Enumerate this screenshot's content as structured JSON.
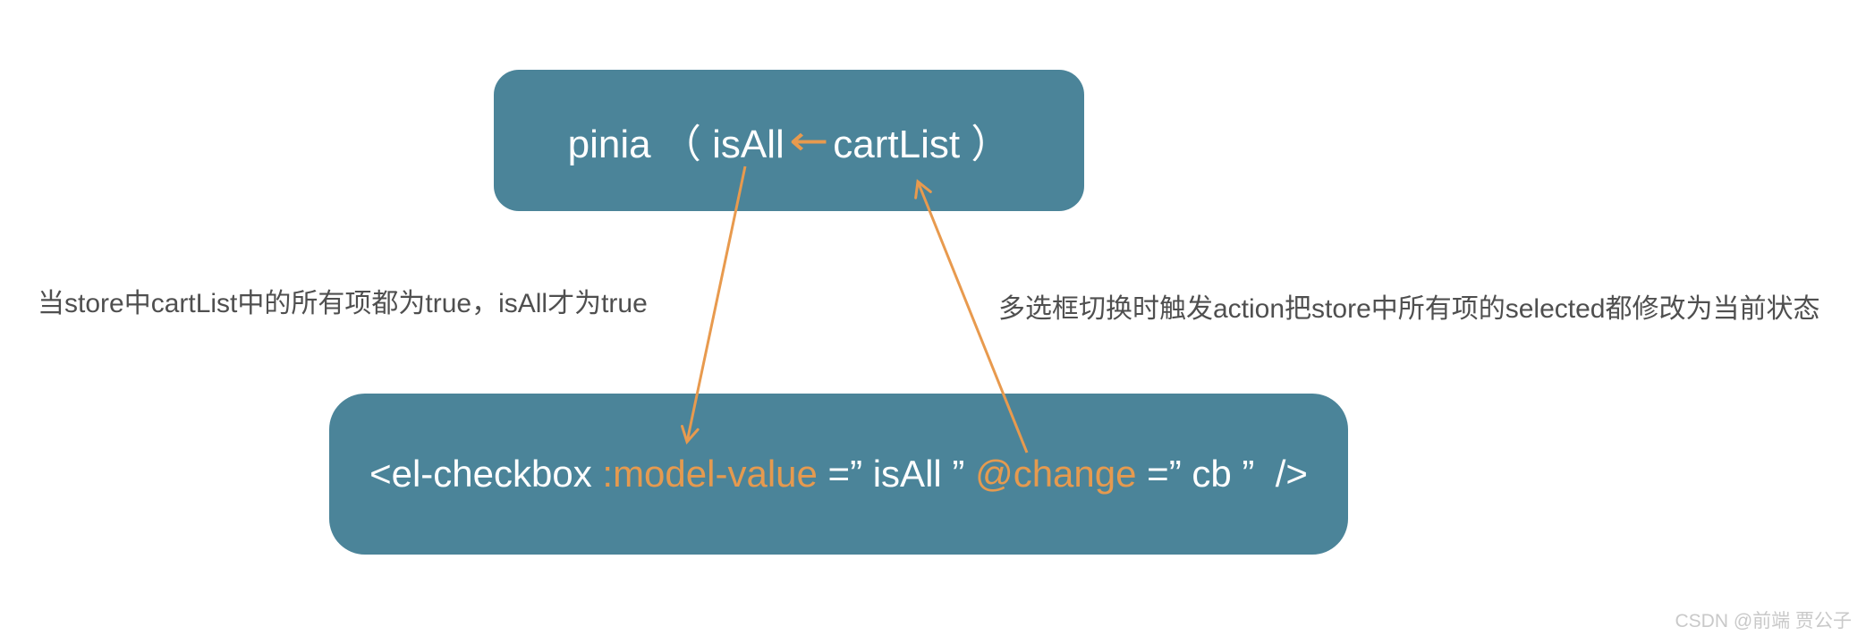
{
  "colors": {
    "background": "#ffffff",
    "box_fill": "#4b8499",
    "box_text": "#ffffff",
    "arrow_orange": "#e89a4e",
    "code_orange": "#e59a4f",
    "note_gray": "#4f4f4f",
    "watermark_gray": "#c9c9c9"
  },
  "top_box": {
    "text_left": "pinia （ isAll",
    "arrow_glyph": "←",
    "text_right": "cartList ）"
  },
  "bottom_box": {
    "part_tag": "<el-checkbox ",
    "part_model_attr": ":model-value",
    "part_model_value": " =” isAll ” ",
    "part_change_attr": "@change",
    "part_change_value": " =” cb ”  />"
  },
  "notes": {
    "left": "当store中cartList中的所有项都为true，isAll才为true",
    "right": "多选框切换时触发action把store中所有项的selected都修改为当前状态"
  },
  "watermark": "CSDN @前端 贾公子",
  "connections": [
    {
      "name": "isAll-to-model-value",
      "from": "isAll (pinia)",
      "to": ":model-value",
      "direction": "down"
    },
    {
      "name": "change-to-cartList",
      "from": "@change",
      "to": "cartList (pinia)",
      "direction": "up"
    },
    {
      "name": "cartList-to-isAll",
      "from": "cartList",
      "to": "isAll",
      "direction": "left"
    }
  ]
}
